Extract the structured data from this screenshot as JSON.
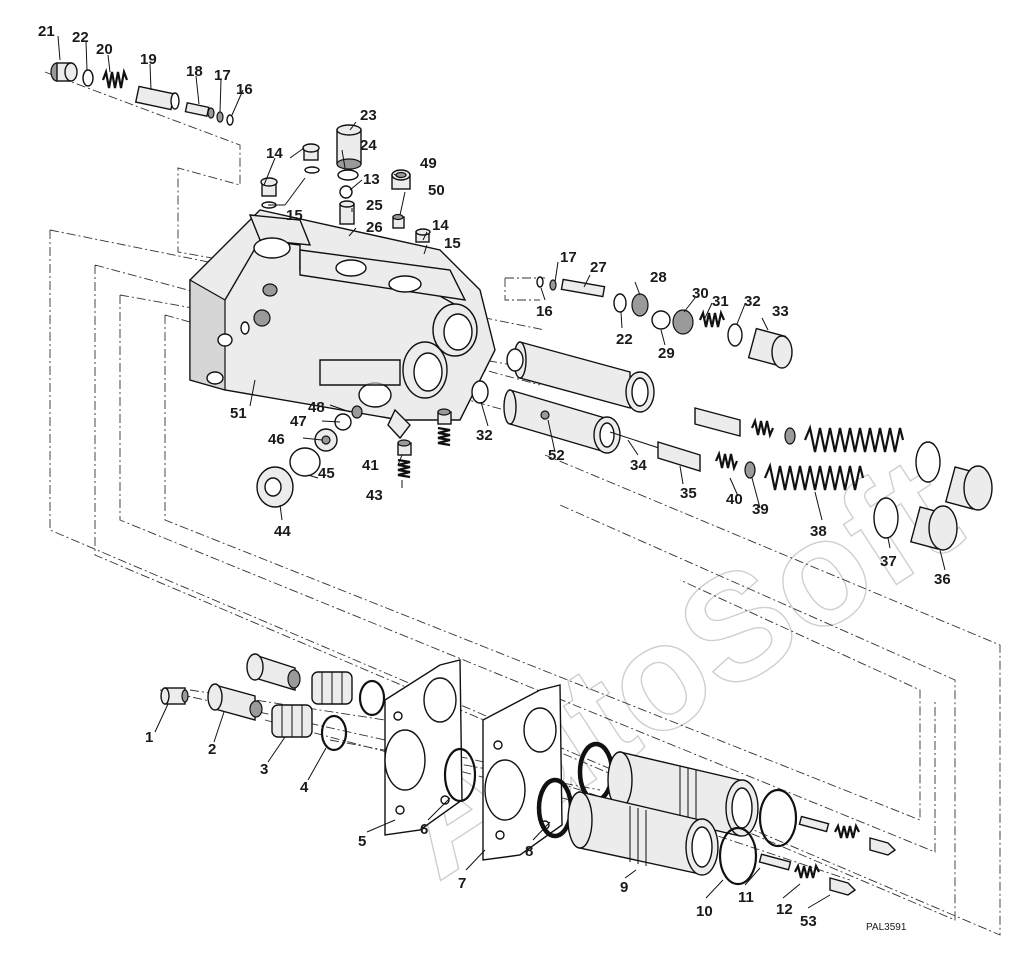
{
  "figure_id": "PAL3591",
  "watermark": "AutoSoft",
  "callouts": [
    {
      "id": "c21",
      "text": "21"
    },
    {
      "id": "c22a",
      "text": "22"
    },
    {
      "id": "c20",
      "text": "20"
    },
    {
      "id": "c19",
      "text": "19"
    },
    {
      "id": "c18",
      "text": "18"
    },
    {
      "id": "c17a",
      "text": "17"
    },
    {
      "id": "c16a",
      "text": "16"
    },
    {
      "id": "c23",
      "text": "23"
    },
    {
      "id": "c24",
      "text": "24"
    },
    {
      "id": "c14a",
      "text": "14"
    },
    {
      "id": "c13",
      "text": "13"
    },
    {
      "id": "c49",
      "text": "49"
    },
    {
      "id": "c50",
      "text": "50"
    },
    {
      "id": "c15a",
      "text": "15"
    },
    {
      "id": "c25",
      "text": "25"
    },
    {
      "id": "c26",
      "text": "26"
    },
    {
      "id": "c14b",
      "text": "14"
    },
    {
      "id": "c15b",
      "text": "15"
    },
    {
      "id": "c17b",
      "text": "17"
    },
    {
      "id": "c27",
      "text": "27"
    },
    {
      "id": "c28",
      "text": "28"
    },
    {
      "id": "c16b",
      "text": "16"
    },
    {
      "id": "c22b",
      "text": "22"
    },
    {
      "id": "c29",
      "text": "29"
    },
    {
      "id": "c30",
      "text": "30"
    },
    {
      "id": "c31",
      "text": "31"
    },
    {
      "id": "c32a",
      "text": "32"
    },
    {
      "id": "c33",
      "text": "33"
    },
    {
      "id": "c51",
      "text": "51"
    },
    {
      "id": "c48",
      "text": "48"
    },
    {
      "id": "c47",
      "text": "47"
    },
    {
      "id": "c46",
      "text": "46"
    },
    {
      "id": "c32b",
      "text": "32"
    },
    {
      "id": "c52",
      "text": "52"
    },
    {
      "id": "c34",
      "text": "34"
    },
    {
      "id": "c41",
      "text": "41"
    },
    {
      "id": "c45",
      "text": "45"
    },
    {
      "id": "c43",
      "text": "43"
    },
    {
      "id": "c35",
      "text": "35"
    },
    {
      "id": "c40",
      "text": "40"
    },
    {
      "id": "c39",
      "text": "39"
    },
    {
      "id": "c38",
      "text": "38"
    },
    {
      "id": "c44",
      "text": "44"
    },
    {
      "id": "c37",
      "text": "37"
    },
    {
      "id": "c36",
      "text": "36"
    },
    {
      "id": "c1",
      "text": "1"
    },
    {
      "id": "c2",
      "text": "2"
    },
    {
      "id": "c3",
      "text": "3"
    },
    {
      "id": "c4",
      "text": "4"
    },
    {
      "id": "c5",
      "text": "5"
    },
    {
      "id": "c6",
      "text": "6"
    },
    {
      "id": "c7",
      "text": "7"
    },
    {
      "id": "c8",
      "text": "8"
    },
    {
      "id": "c9",
      "text": "9"
    },
    {
      "id": "c10",
      "text": "10"
    },
    {
      "id": "c11",
      "text": "11"
    },
    {
      "id": "c12",
      "text": "12"
    },
    {
      "id": "c53",
      "text": "53"
    }
  ]
}
